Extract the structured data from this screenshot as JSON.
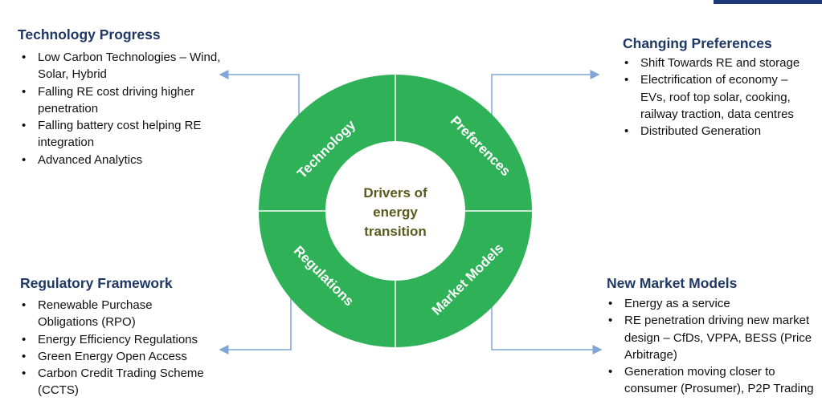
{
  "colors": {
    "ring": "#2fb157",
    "heading": "#1f3864",
    "center_text": "#5a5a1e",
    "connector": "#7fa6d6"
  },
  "center": {
    "lines": [
      "Drivers of",
      "energy",
      "transition"
    ]
  },
  "segments": {
    "technology": "Technology",
    "preferences": "Preferences",
    "regulations": "Regulations",
    "market_models": "Market Models"
  },
  "technology_progress": {
    "title": "Technology Progress",
    "items": [
      {
        "lines": [
          "Low Carbon Technologies – Wind,",
          "Solar, Hybrid"
        ]
      },
      {
        "lines": [
          "Falling RE cost driving higher",
          "penetration"
        ]
      },
      {
        "lines": [
          "Falling battery cost helping RE",
          "integration"
        ]
      },
      {
        "lines": [
          "Advanced Analytics"
        ]
      }
    ]
  },
  "changing_preferences": {
    "title": "Changing Preferences",
    "items": [
      {
        "lines": [
          "Shift Towards RE and storage"
        ]
      },
      {
        "lines": [
          "Electrification of economy –",
          "EVs, roof top solar, cooking,",
          "railway traction, data centres"
        ]
      },
      {
        "lines": [
          "Distributed Generation"
        ]
      }
    ]
  },
  "regulatory_framework": {
    "title": "Regulatory Framework",
    "items": [
      {
        "lines": [
          "Renewable Purchase",
          "Obligations (RPO)"
        ]
      },
      {
        "lines": [
          "Energy Efficiency Regulations"
        ]
      },
      {
        "lines": [
          "Green Energy Open Access"
        ]
      },
      {
        "lines": [
          "Carbon Credit Trading Scheme",
          "(CCTS)"
        ]
      }
    ]
  },
  "new_market_models": {
    "title": "New Market Models",
    "items": [
      {
        "lines": [
          "Energy as a service"
        ]
      },
      {
        "lines": [
          "RE penetration driving new market",
          "design – CfDs, VPPA, BESS (Price",
          "Arbitrage)"
        ]
      },
      {
        "lines": [
          "Generation moving closer to",
          "consumer (Prosumer), P2P Trading"
        ]
      }
    ]
  }
}
